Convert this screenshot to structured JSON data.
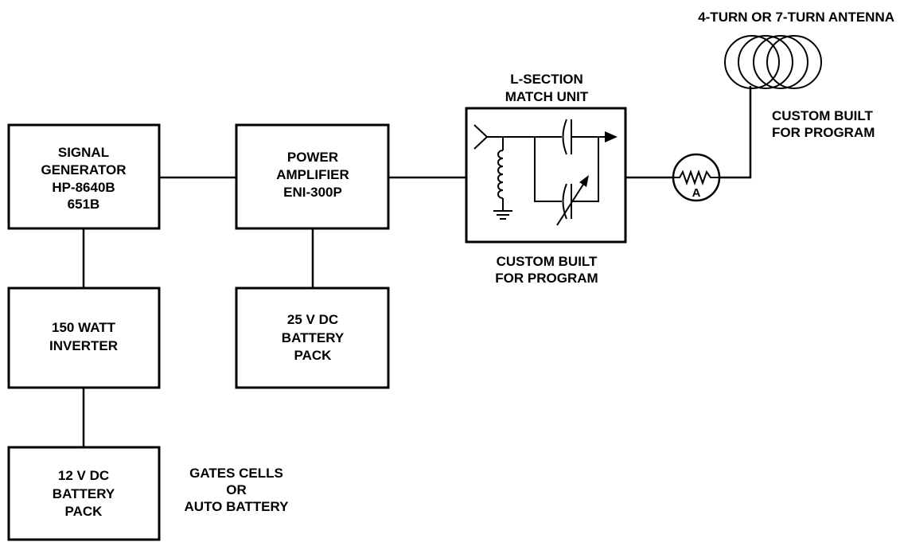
{
  "blocks": {
    "signal_generator": [
      "SIGNAL",
      "GENERATOR",
      "HP-8640B",
      "651B"
    ],
    "power_amplifier": [
      "POWER",
      "AMPLIFIER",
      "ENI-300P"
    ],
    "inverter": [
      "150 WATT",
      "INVERTER"
    ],
    "battery_25v": [
      "25 V DC",
      "BATTERY",
      "PACK"
    ],
    "battery_12v": [
      "12 V DC",
      "BATTERY",
      "PACK"
    ],
    "match_unit_title": [
      "L-SECTION",
      "MATCH UNIT"
    ]
  },
  "notes": {
    "gates_cells": [
      "GATES CELLS",
      "OR",
      "AUTO BATTERY"
    ],
    "match_custom": [
      "CUSTOM BUILT",
      "FOR PROGRAM"
    ],
    "antenna_custom": [
      "CUSTOM BUILT",
      "FOR PROGRAM"
    ],
    "antenna_title": "4-TURN OR 7-TURN ANTENNA"
  },
  "meter": {
    "label": "A"
  }
}
